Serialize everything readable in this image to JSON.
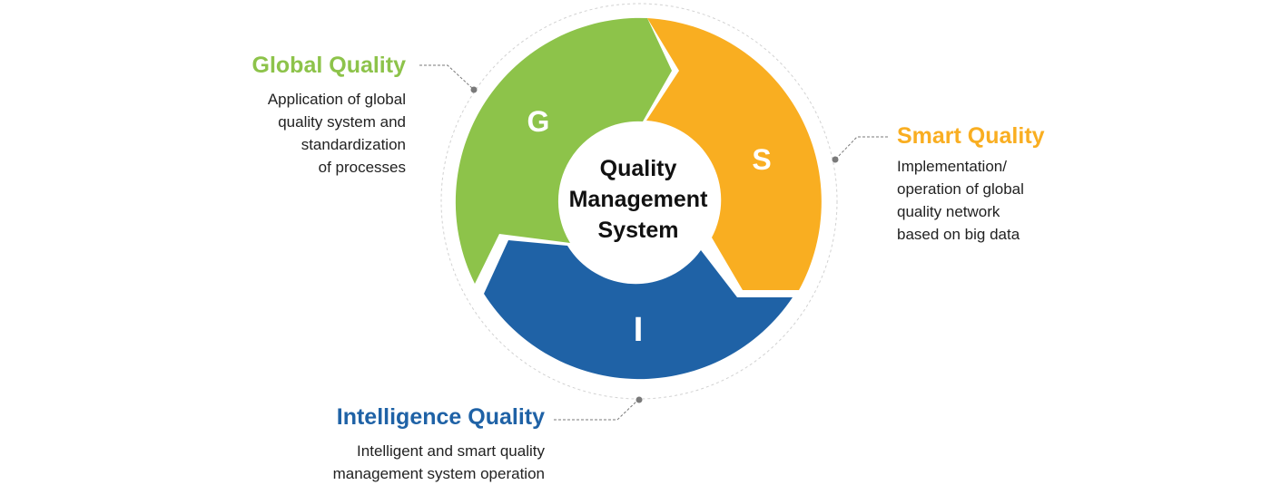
{
  "colors": {
    "global": "#8dc34a",
    "smart": "#f9ae21",
    "intelligence": "#1f62a6",
    "center_text": "#111111",
    "connector": "#7a7a7a",
    "outer_ring": "#d2d2d2"
  },
  "center": {
    "line1": "Quality",
    "line2": "Management",
    "line3": "System"
  },
  "segments": {
    "global_letter": "G",
    "smart_letter": "S",
    "intelligence_letter": "I"
  },
  "global_quality": {
    "title": "Global Quality",
    "desc_lines": [
      "Application of global",
      "quality system and",
      "standardization",
      "of processes"
    ]
  },
  "smart_quality": {
    "title": "Smart Quality",
    "desc_lines": [
      "Implementation/",
      "operation of global",
      "quality network",
      "based on big data"
    ]
  },
  "intelligence_quality": {
    "title": "Intelligence Quality",
    "desc_lines": [
      "Intelligent and smart quality",
      "management system operation"
    ]
  }
}
